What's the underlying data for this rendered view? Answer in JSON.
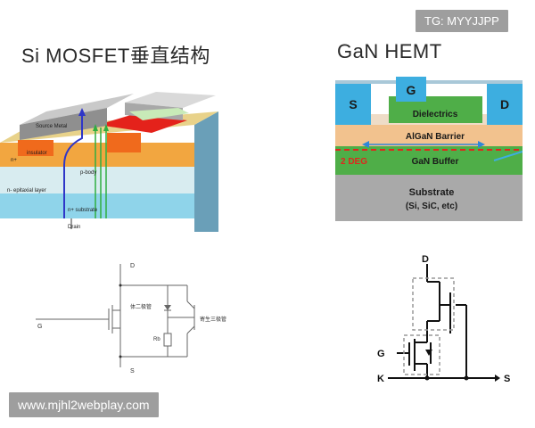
{
  "left_panel": {
    "title": "Si MOSFET垂直结构",
    "labels": {
      "source_metal": "Source Metal",
      "insulator": "insulator",
      "n_plus": "n+",
      "p_body": "p-body",
      "n_epitaxial": "n- epitaxial layer",
      "n_substrate": "n+ substrate",
      "drain": "Drain"
    },
    "schematic": {
      "d": "D",
      "s": "S",
      "g": "G",
      "diode_label": "体二极管",
      "rb_label": "Rb",
      "bjt_label": "寄生三极管"
    }
  },
  "right_panel": {
    "title": "GaN HEMT",
    "labels": {
      "s": "S",
      "g": "G",
      "d": "D",
      "dielectrics": "Dielectrics",
      "algan": "AlGaN Barrier",
      "deg": "2 DEG",
      "gan_buffer": "GaN Buffer",
      "substrate": "Substrate",
      "substrate_sub": "(Si, SiC, etc)"
    },
    "schematic": {
      "d": "D",
      "g": "G",
      "k": "K",
      "s": "S"
    }
  },
  "watermarks": {
    "tg": "TG: MYYJJPP",
    "website": "www.mjhl2webplay.com"
  },
  "colors": {
    "gan_blue": "#3daee0",
    "gan_green": "#4fae48",
    "gan_barrier": "#f2c28e",
    "gan_substrate": "#a9a9a9",
    "deg_red": "#e0261d"
  }
}
